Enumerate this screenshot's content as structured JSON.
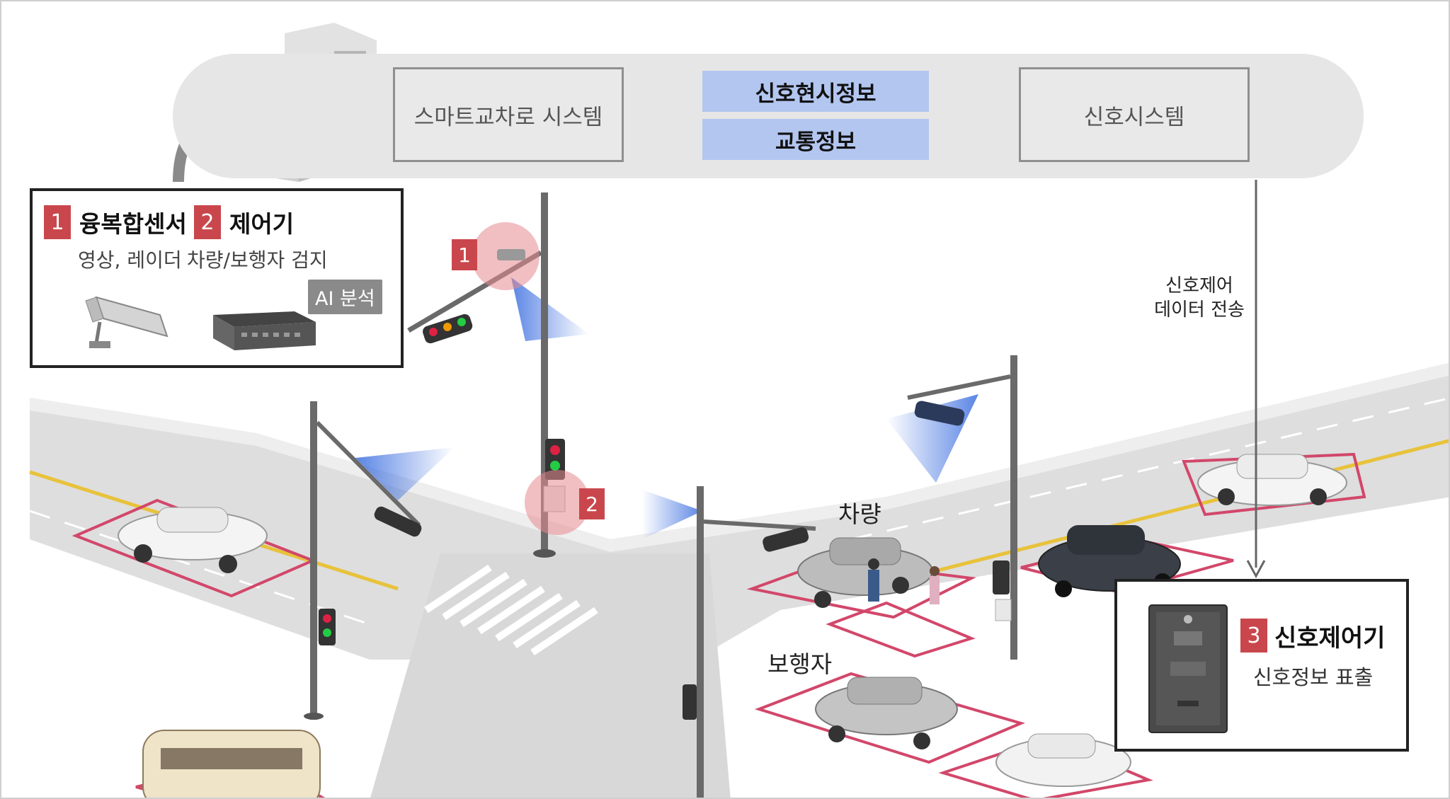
{
  "system_bar": {
    "smart_intersection_system": "스마트교차로 시스템",
    "signal_display_info": "신호현시정보",
    "traffic_info": "교통정보",
    "signal_system": "신호시스템"
  },
  "sensor_panel": {
    "badge_1": "1",
    "sensor_title": "융복합센서",
    "badge_2": "2",
    "controller_title": "제어기",
    "sensor_desc": "영상, 레이더",
    "controller_desc": "차량/보행자 검지",
    "ai_tag": "AI 분석"
  },
  "scene": {
    "marker_1": "1",
    "marker_2": "2",
    "label_vehicle": "차량",
    "label_pedestrian": "보행자",
    "signal_control_line1": "신호제어",
    "signal_control_line2": "데이터 전송"
  },
  "controller_panel": {
    "badge_3": "3",
    "title": "신호제어기",
    "desc": "신호정보 표출"
  },
  "colors": {
    "accent_red": "#c9474c",
    "info_blue": "#b3c6f0",
    "road_gray": "#d9d9d9",
    "lane_yellow": "#e8c23a"
  }
}
